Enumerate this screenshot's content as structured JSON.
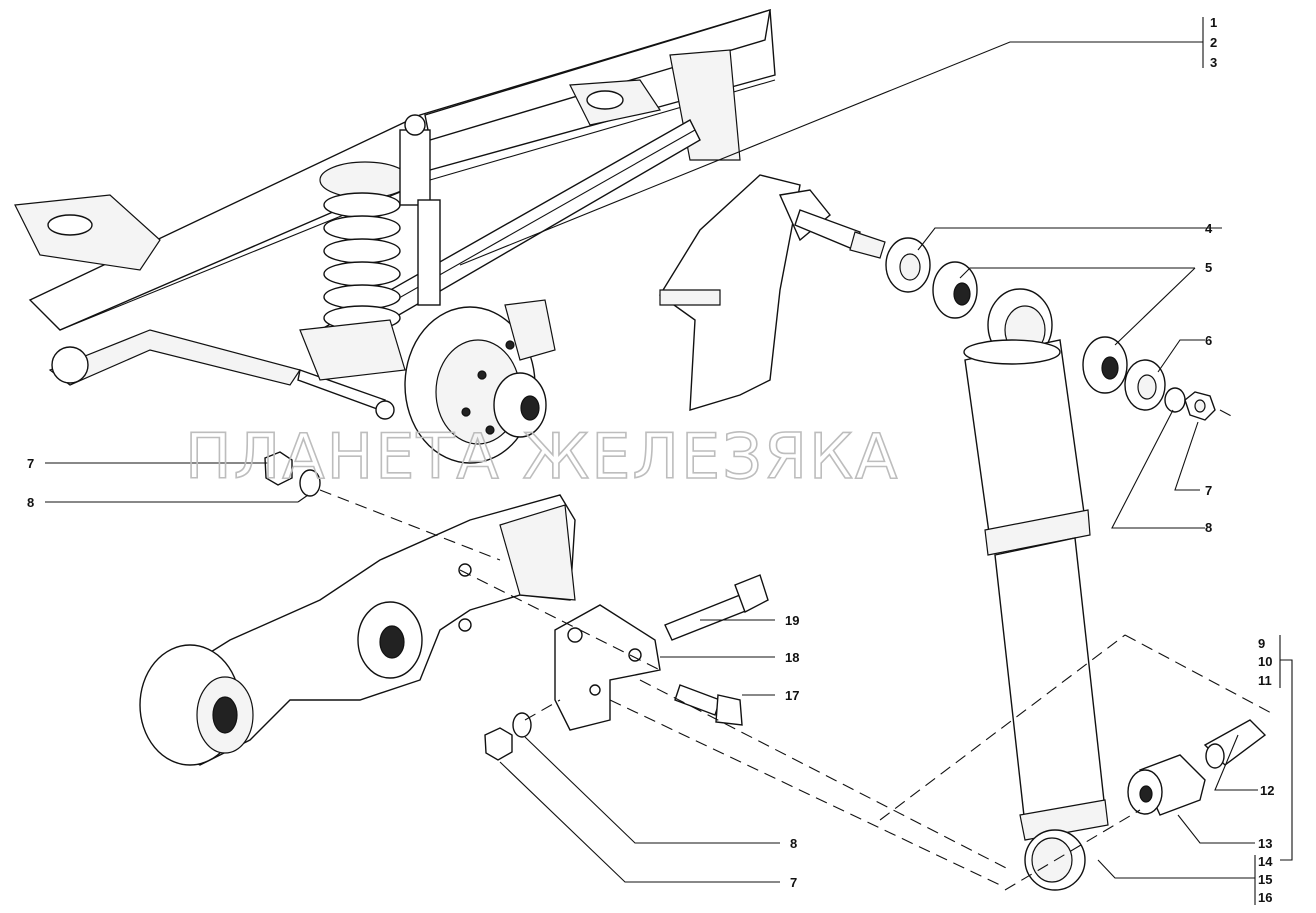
{
  "watermark": "ПЛАНЕТА ЖЕЛЕЗЯКА",
  "callouts": {
    "c1": "1",
    "c2": "2",
    "c3": "3",
    "c4": "4",
    "c5": "5",
    "c6": "6",
    "c7a": "7",
    "c8a": "8",
    "c7b": "7",
    "c8b": "8",
    "c7c": "7",
    "c8c": "8",
    "c9": "9",
    "c10": "10",
    "c11": "11",
    "c12": "12",
    "c13": "13",
    "c14": "14",
    "c15": "15",
    "c16": "16",
    "c17": "17",
    "c18": "18",
    "c19": "19"
  }
}
